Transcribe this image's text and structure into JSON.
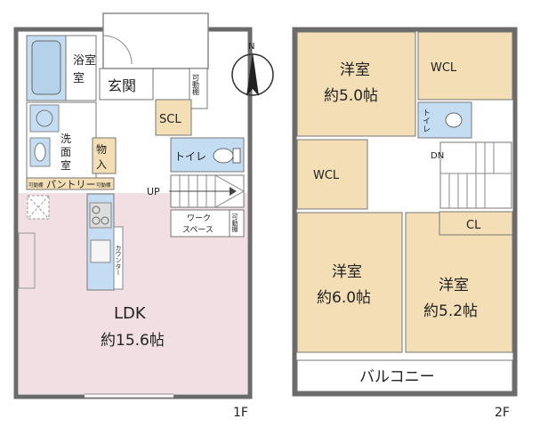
{
  "colors": {
    "ldk": "#f1dfe3",
    "room": "#f4deb6",
    "wet": "#c5ddf2",
    "wall": "#6b6b6b",
    "stair": "#ffffff"
  },
  "compass": {
    "north": "N"
  },
  "floor1": {
    "label": "1F",
    "bath": "浴室",
    "entrance": "玄関",
    "storage_left_top": "可動棚",
    "scl": "SCL",
    "washroom": "洗面室",
    "closet": "物入",
    "toilet": "トイレ",
    "pantry": "パントリー",
    "pantry_shelf_left": "可動棚",
    "pantry_shelf_right": "可動棚",
    "up": "UP",
    "workspace": "ワークスペース",
    "work_shelf": "可動棚",
    "counter": "カウンター",
    "ldk_name": "LDK",
    "ldk_size": "約15.6帖"
  },
  "floor2": {
    "label": "2F",
    "room1_name": "洋室",
    "room1_size": "約5.0帖",
    "wcl_top": "WCL",
    "toilet": "トイレ",
    "dn": "DN",
    "wcl_mid": "WCL",
    "cl": "CL",
    "room2_name": "洋室",
    "room2_size": "約6.0帖",
    "room3_name": "洋室",
    "room3_size": "約5.2帖",
    "balcony": "バルコニー"
  }
}
